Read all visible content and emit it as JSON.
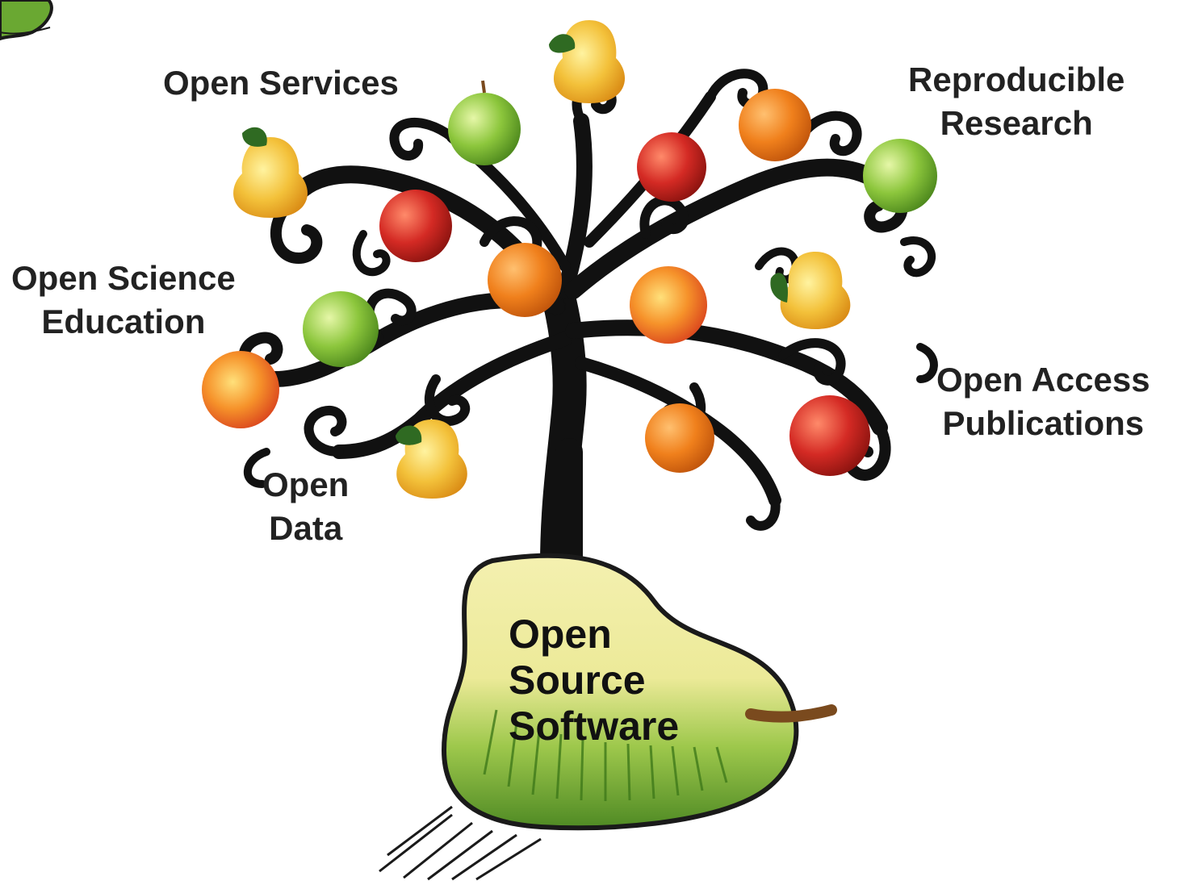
{
  "labels": {
    "open_services": [
      "Open Services"
    ],
    "reproducible_research": [
      "Reproducible",
      "Research"
    ],
    "open_science_education": [
      "Open Science",
      "Education"
    ],
    "open_access_publications": [
      "Open Access",
      "Publications"
    ],
    "open_data": [
      "Open",
      "Data"
    ],
    "root": [
      "Open",
      "Source",
      "Software"
    ]
  },
  "colors": {
    "branch": "#111111",
    "text": "#222222",
    "root_pear_fill": "#f1eca0",
    "root_pear_green": "#5f9a2c",
    "apple_red": "#d42a24",
    "apple_green": "#8cc63c",
    "orange": "#f0801c",
    "pear_yellow": "#f3c13a",
    "leaf": "#2f6a22",
    "stem": "#7a4a1e"
  },
  "icons": [
    "tree-icon",
    "root-pear-icon",
    "apple-icon",
    "pear-icon",
    "orange-icon",
    "logo-corner-icon"
  ]
}
